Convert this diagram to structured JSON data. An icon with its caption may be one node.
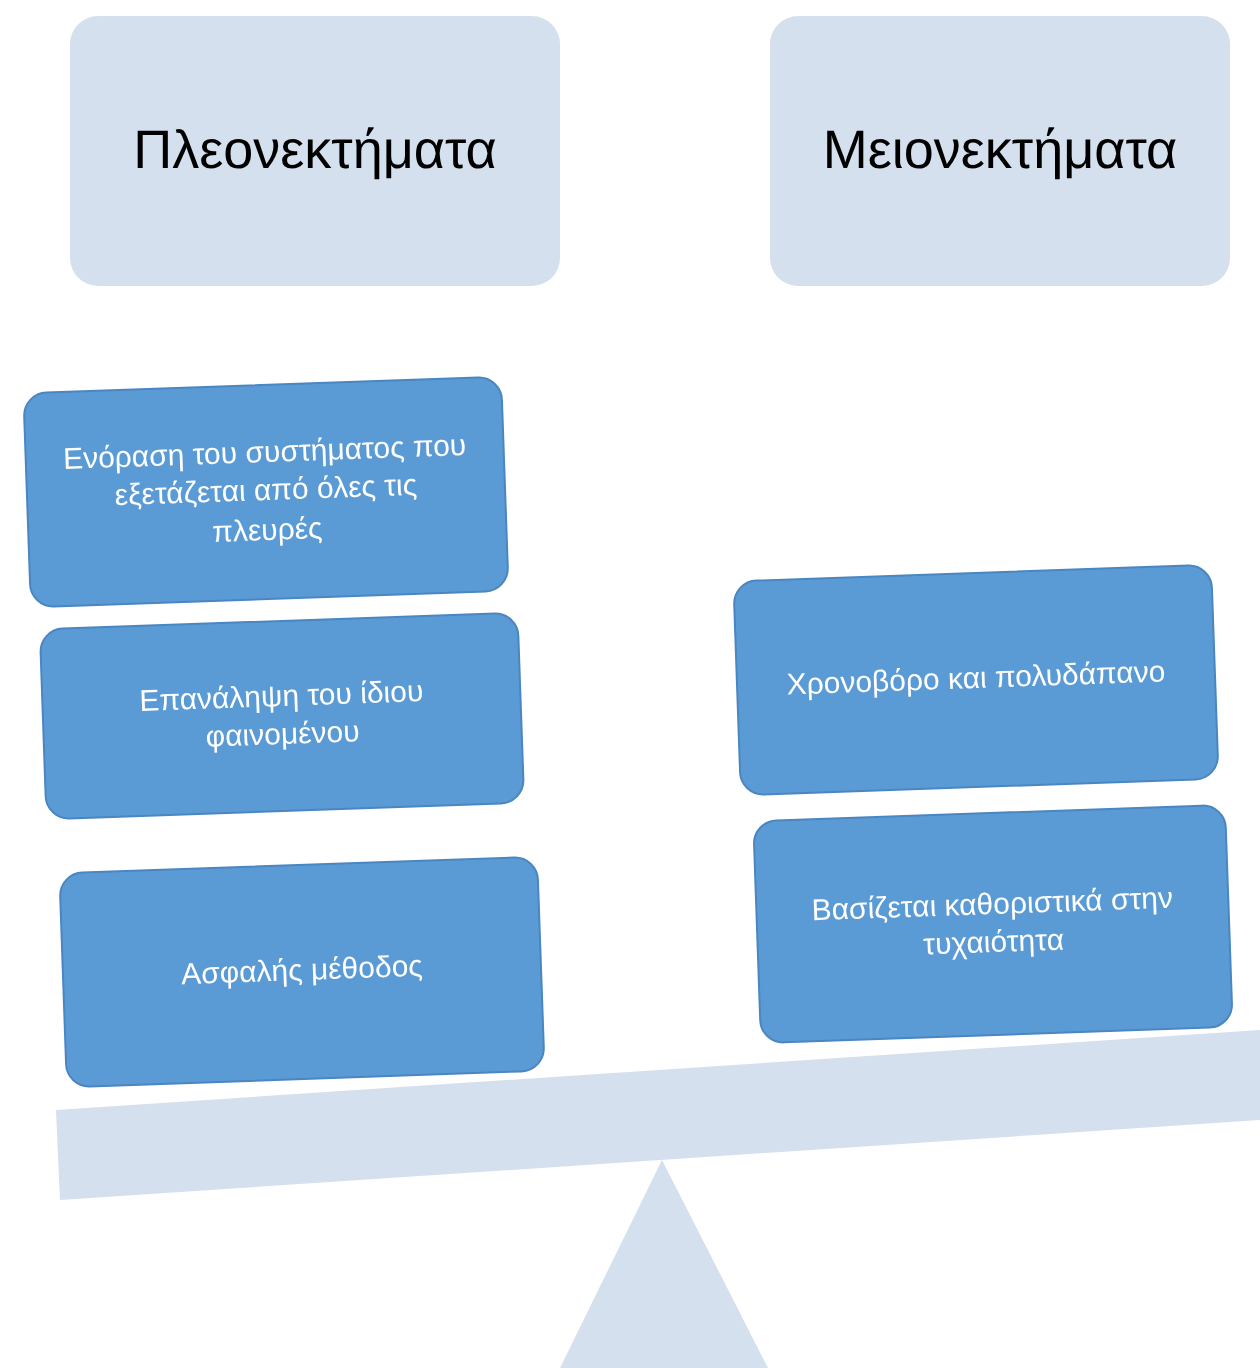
{
  "diagram": {
    "nodes": [
      {
        "text": [
          "Πλεονεκτήματα"
        ]
      },
      {
        "text": [
          "Μειονεκτήματα"
        ]
      },
      {
        "text": [
          "Ενόραση του συστήματος που εξετάζεται από όλες τις πλευρές"
        ]
      },
      {
        "text": [
          "Επανάληψη του ίδιου φαινομένου"
        ]
      },
      {
        "text": [
          "Ασφαλής μέθοδος"
        ]
      },
      {
        "text": [
          "Χρονοβόρο και πολυδάπανο"
        ]
      },
      {
        "text": [
          "Βασίζεται καθοριστικά στην τυχαιότητα"
        ]
      }
    ]
  }
}
